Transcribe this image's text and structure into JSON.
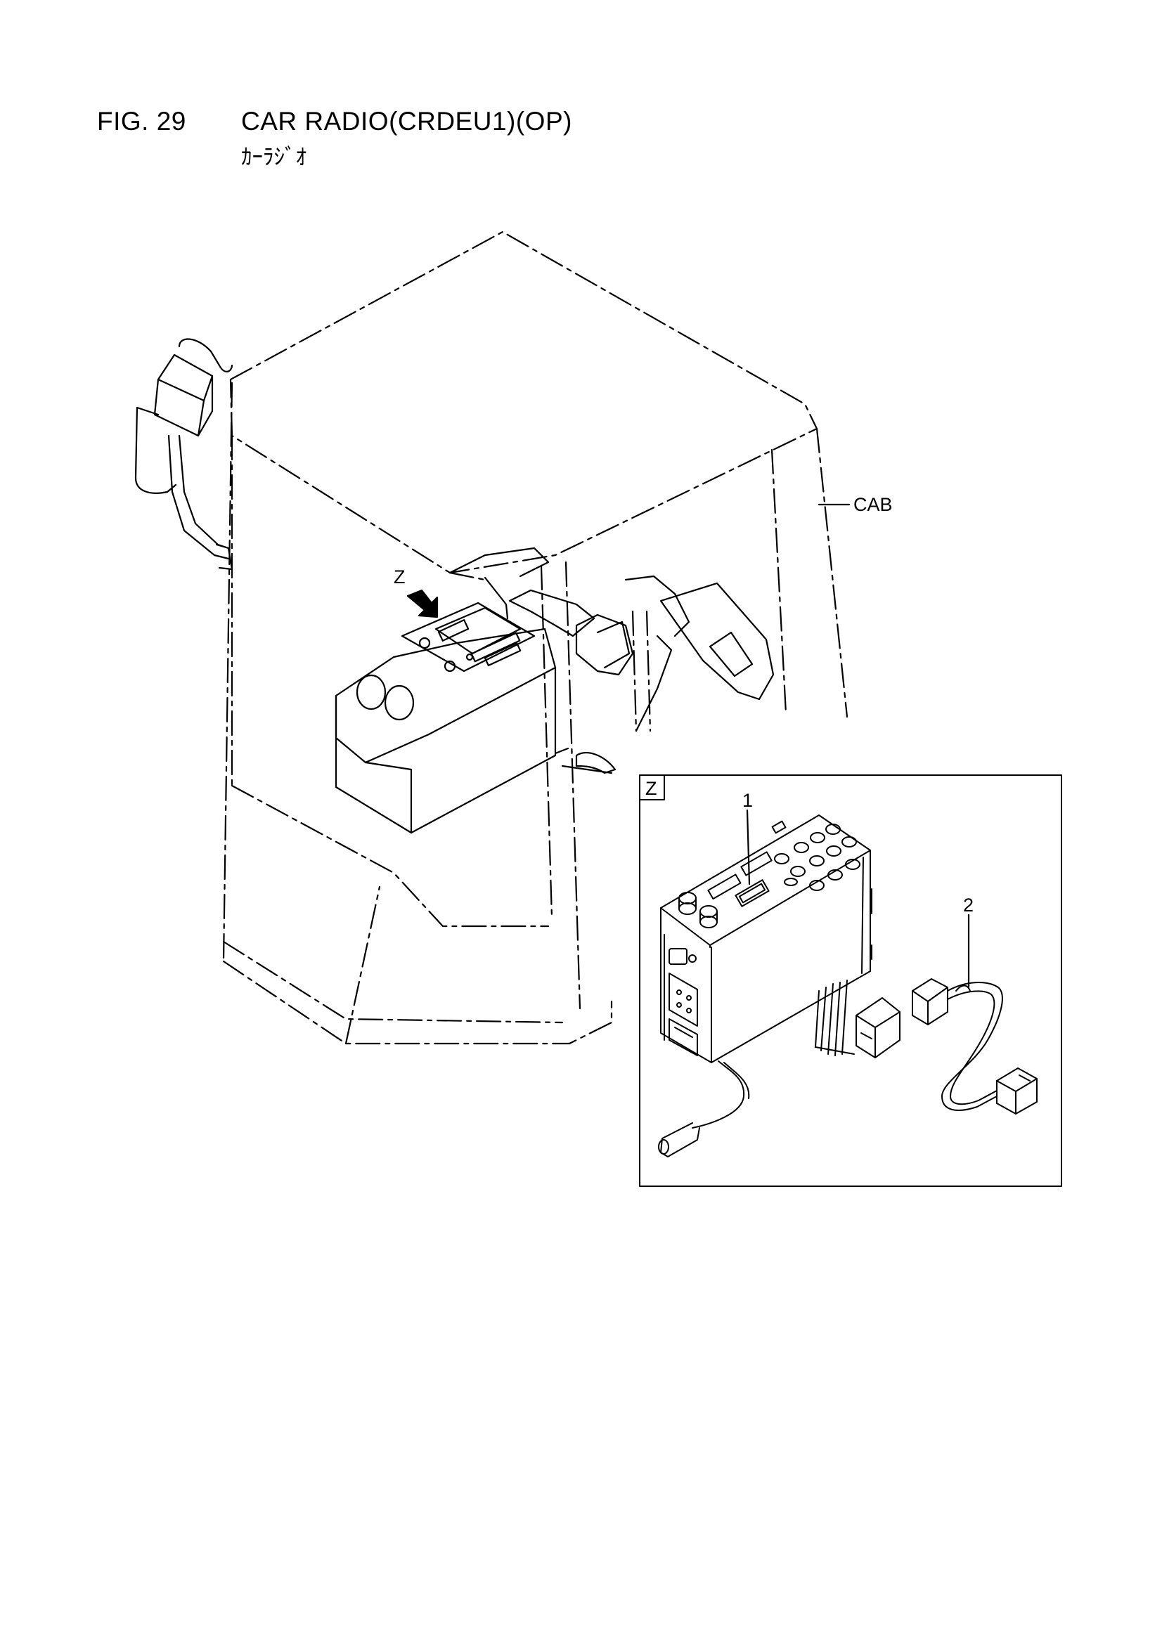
{
  "header": {
    "figure_number": "FIG. 29",
    "title": "CAR RADIO(CRDEU1)(OP)",
    "subtitle": "ｶｰﾗｼﾞｵ"
  },
  "callouts": {
    "cab": "CAB",
    "view_marker": "Z",
    "detail_marker": "Z",
    "part_1": "1",
    "part_2": "2"
  }
}
